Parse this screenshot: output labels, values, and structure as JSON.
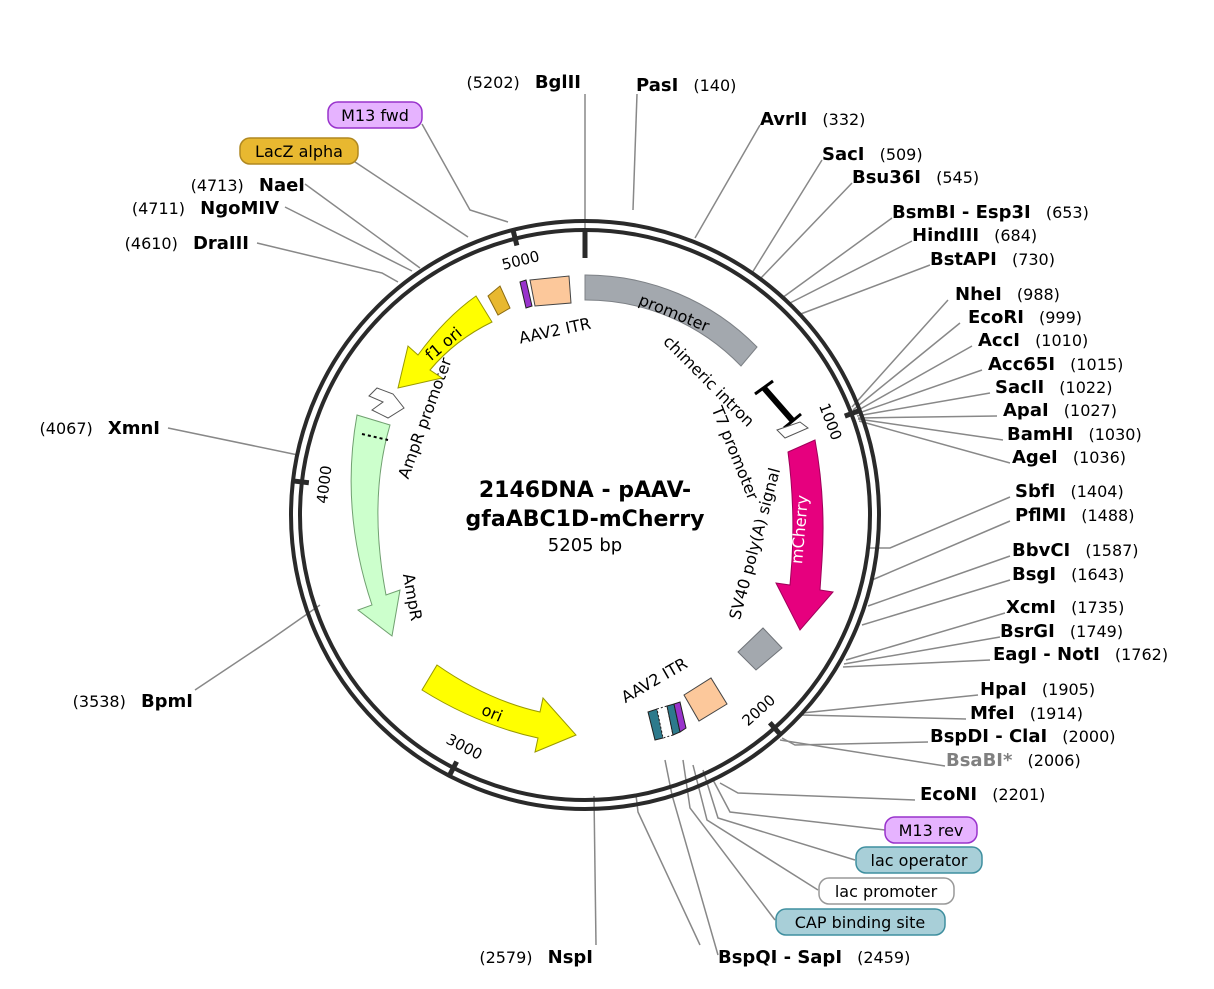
{
  "plasmid": {
    "name_line1": "2146DNA - pAAV-",
    "name_line2": "gfaABC1D-mCherry",
    "length_label": "5205 bp",
    "length_bp": 5205
  },
  "ticks": [
    {
      "bp": 1000,
      "label": "1000"
    },
    {
      "bp": 2000,
      "label": "2000"
    },
    {
      "bp": 3000,
      "label": "3000"
    },
    {
      "bp": 4000,
      "label": "4000"
    },
    {
      "bp": 5000,
      "label": "5000"
    }
  ],
  "enzymes": [
    {
      "name": "BglII",
      "pos": "(5202)"
    },
    {
      "name": "PasI",
      "pos": "(140)"
    },
    {
      "name": "AvrII",
      "pos": "(332)"
    },
    {
      "name": "SacI",
      "pos": "(509)"
    },
    {
      "name": "Bsu36I",
      "pos": "(545)"
    },
    {
      "name": "BsmBI - Esp3I",
      "pos": "(653)"
    },
    {
      "name": "HindIII",
      "pos": "(684)"
    },
    {
      "name": "BstAPI",
      "pos": "(730)"
    },
    {
      "name": "NheI",
      "pos": "(988)"
    },
    {
      "name": "EcoRI",
      "pos": "(999)"
    },
    {
      "name": "AccI",
      "pos": "(1010)"
    },
    {
      "name": "Acc65I",
      "pos": "(1015)"
    },
    {
      "name": "SacII",
      "pos": "(1022)"
    },
    {
      "name": "ApaI",
      "pos": "(1027)"
    },
    {
      "name": "BamHI",
      "pos": "(1030)"
    },
    {
      "name": "AgeI",
      "pos": "(1036)"
    },
    {
      "name": "SbfI",
      "pos": "(1404)"
    },
    {
      "name": "PflMI",
      "pos": "(1488)"
    },
    {
      "name": "BbvCI",
      "pos": "(1587)"
    },
    {
      "name": "BsgI",
      "pos": "(1643)"
    },
    {
      "name": "XcmI",
      "pos": "(1735)"
    },
    {
      "name": "BsrGI",
      "pos": "(1749)"
    },
    {
      "name": "EagI - NotI",
      "pos": "(1762)"
    },
    {
      "name": "HpaI",
      "pos": "(1905)"
    },
    {
      "name": "MfeI",
      "pos": "(1914)"
    },
    {
      "name": "BspDI - ClaI",
      "pos": "(2000)"
    },
    {
      "name": "BsaBI*",
      "pos": "(2006)"
    },
    {
      "name": "EcoNI",
      "pos": "(2201)"
    },
    {
      "name": "BspQI - SapI",
      "pos": "(2459)"
    },
    {
      "name": "NspI",
      "pos": "(2579)"
    },
    {
      "name": "BpmI",
      "pos": "(3538)"
    },
    {
      "name": "XmnI",
      "pos": "(4067)"
    },
    {
      "name": "DraIII",
      "pos": "(4610)"
    },
    {
      "name": "NgoMIV",
      "pos": "(4711)"
    },
    {
      "name": "NaeI",
      "pos": "(4713)"
    }
  ],
  "boxed_features": [
    {
      "label": "M13 fwd",
      "fill": "#e6b3ff",
      "stroke": "#9933cc"
    },
    {
      "label": "LacZ alpha",
      "fill": "#e8b830",
      "stroke": "#b08820"
    },
    {
      "label": "M13 rev",
      "fill": "#e6b3ff",
      "stroke": "#9933cc"
    },
    {
      "label": "lac operator",
      "fill": "#a8cfd8",
      "stroke": "#3f8f9f"
    },
    {
      "label": "lac promoter",
      "fill": "#ffffff",
      "stroke": "#999999"
    },
    {
      "label": "CAP binding site",
      "fill": "#a8cfd8",
      "stroke": "#3f8f9f"
    }
  ],
  "features": [
    {
      "label": "promoter",
      "color": "#a3a8ae"
    },
    {
      "label": "chimeric intron"
    },
    {
      "label": "T7 promoter"
    },
    {
      "label": "SV40 poly(A) signal"
    },
    {
      "label": "mCherry",
      "color": "#e6007e"
    },
    {
      "label": "AAV2 ITR",
      "color": "#fcc89b"
    },
    {
      "label": "ori",
      "color": "#ffff00"
    },
    {
      "label": "AmpR",
      "color": "#ccffcc"
    },
    {
      "label": "AmpR promoter"
    },
    {
      "label": "f1 ori",
      "color": "#ffff00"
    },
    {
      "label": "AAV2 ITR",
      "color": "#fcc89b"
    }
  ]
}
